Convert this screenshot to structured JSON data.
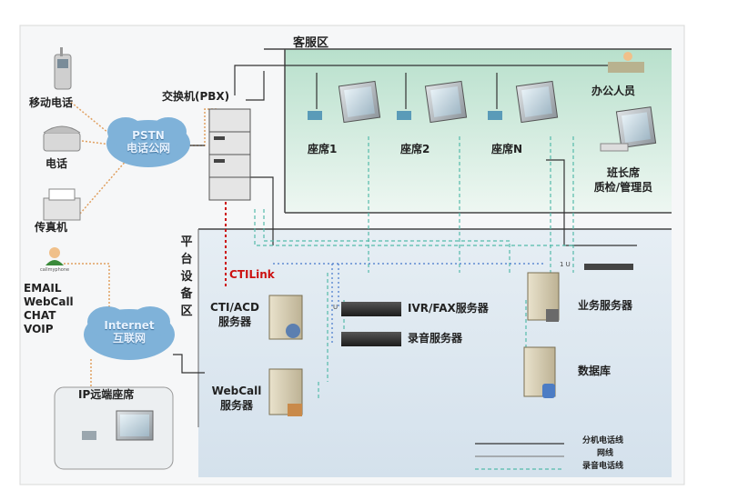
{
  "zones": {
    "service_area": "客服区",
    "platform_area": "平台设备区"
  },
  "left": {
    "mobile": "移动电话",
    "phone": "电话",
    "fax": "传真机",
    "pstn_cloud": [
      "PSTN",
      "电话公网"
    ],
    "internet_channels": [
      "EMAIL",
      "WebCall",
      "CHAT",
      "VOIP"
    ],
    "internet_cloud": [
      "Internet",
      "互联网"
    ],
    "remote_seat_title": "IP远端座席",
    "person_tag": "callmyphone"
  },
  "pbx": "交换机(PBX)",
  "ctilink": "CTILink",
  "seats": [
    "座席1",
    "座席2",
    "座席N"
  ],
  "office_staff": "办公人员",
  "supervisor": [
    "班长席",
    "质检/管理员"
  ],
  "servers": {
    "cti_acd": [
      "CTI/ACD",
      "服务器"
    ],
    "webcall": [
      "WebCall",
      "服务器"
    ],
    "ivr_fax": "IVR/FAX服务器",
    "recording": "录音服务器",
    "business": "业务服务器",
    "database": "数据库",
    "rack_unit": "1 U",
    "rack_unit2": "U"
  },
  "legend": {
    "items": [
      {
        "label": "分机电话线",
        "color": "#333333",
        "style": "solid"
      },
      {
        "label": "网线",
        "color": "#8a8a8a",
        "style": "solid"
      },
      {
        "label": "录音电话线",
        "color": "#55bbaa",
        "style": "dashed"
      }
    ]
  },
  "colors": {
    "service_area_bg": "#cfeadc",
    "platform_area_bg": "#dde8f0",
    "cloud": "#7fb2d9",
    "ethernet_line": "#e0a060",
    "recording_line": "#55bbaa",
    "network_line": "#4477cc",
    "ctilink": "#cc1111",
    "extension_line": "#333333"
  }
}
